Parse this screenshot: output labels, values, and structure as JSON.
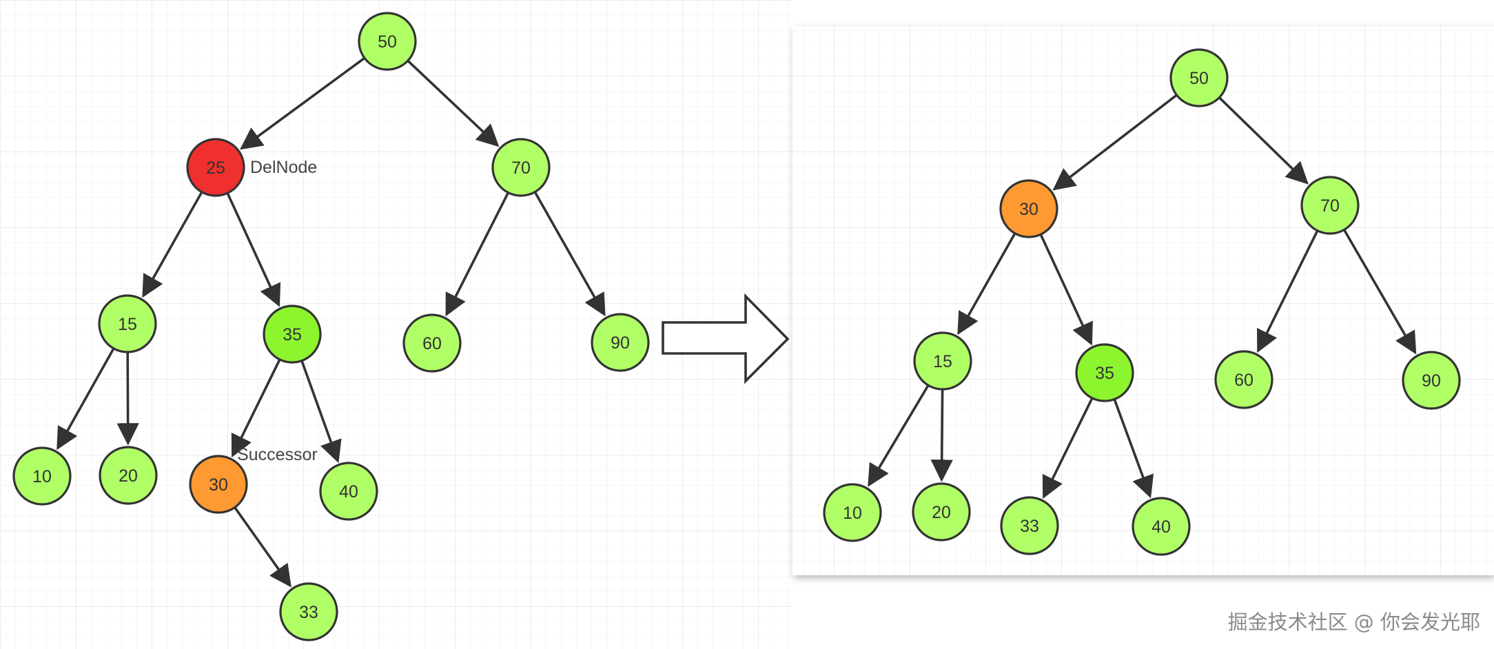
{
  "left_tree": {
    "nodes": [
      {
        "id": "n50",
        "label": "50",
        "state": "normal"
      },
      {
        "id": "n25",
        "label": "25",
        "state": "delete"
      },
      {
        "id": "n70",
        "label": "70",
        "state": "normal"
      },
      {
        "id": "n15",
        "label": "15",
        "state": "normal"
      },
      {
        "id": "n35",
        "label": "35",
        "state": "bright"
      },
      {
        "id": "n60",
        "label": "60",
        "state": "normal"
      },
      {
        "id": "n90",
        "label": "90",
        "state": "normal"
      },
      {
        "id": "n10",
        "label": "10",
        "state": "normal"
      },
      {
        "id": "n20",
        "label": "20",
        "state": "normal"
      },
      {
        "id": "n30",
        "label": "30",
        "state": "successor"
      },
      {
        "id": "n40",
        "label": "40",
        "state": "normal"
      },
      {
        "id": "n33",
        "label": "33",
        "state": "normal"
      }
    ],
    "edges": [
      [
        "n50",
        "n25"
      ],
      [
        "n50",
        "n70"
      ],
      [
        "n25",
        "n15"
      ],
      [
        "n25",
        "n35"
      ],
      [
        "n70",
        "n60"
      ],
      [
        "n70",
        "n90"
      ],
      [
        "n15",
        "n10"
      ],
      [
        "n15",
        "n20"
      ],
      [
        "n35",
        "n30"
      ],
      [
        "n35",
        "n40"
      ],
      [
        "n30",
        "n33"
      ]
    ],
    "annotations": {
      "delnode": "DelNode",
      "successor": "Successor"
    }
  },
  "right_tree": {
    "nodes": [
      {
        "id": "m50",
        "label": "50",
        "state": "normal"
      },
      {
        "id": "m30",
        "label": "30",
        "state": "successor"
      },
      {
        "id": "m70",
        "label": "70",
        "state": "normal"
      },
      {
        "id": "m15",
        "label": "15",
        "state": "normal"
      },
      {
        "id": "m35",
        "label": "35",
        "state": "bright"
      },
      {
        "id": "m60",
        "label": "60",
        "state": "normal"
      },
      {
        "id": "m90",
        "label": "90",
        "state": "normal"
      },
      {
        "id": "m10",
        "label": "10",
        "state": "normal"
      },
      {
        "id": "m20",
        "label": "20",
        "state": "normal"
      },
      {
        "id": "m33",
        "label": "33",
        "state": "normal"
      },
      {
        "id": "m40",
        "label": "40",
        "state": "normal"
      }
    ],
    "edges": [
      [
        "m50",
        "m30"
      ],
      [
        "m50",
        "m70"
      ],
      [
        "m30",
        "m15"
      ],
      [
        "m30",
        "m35"
      ],
      [
        "m70",
        "m60"
      ],
      [
        "m70",
        "m90"
      ],
      [
        "m15",
        "m10"
      ],
      [
        "m15",
        "m20"
      ],
      [
        "m35",
        "m33"
      ],
      [
        "m35",
        "m40"
      ]
    ]
  },
  "colors": {
    "normal": "#b0ff66",
    "bright": "#8cf52e",
    "delete": "#f0302e",
    "successor": "#ff9a33",
    "stroke": "#333333",
    "grid": "#e6e6e6"
  },
  "watermark": "掘金技术社区 @ 你会发光耶"
}
